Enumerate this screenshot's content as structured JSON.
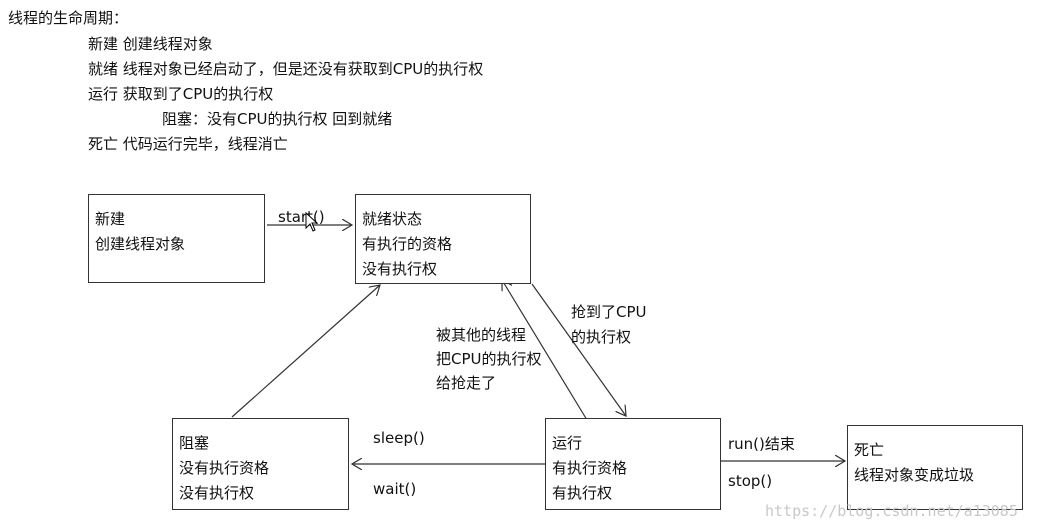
{
  "header": {
    "title": "线程的生命周期：",
    "lines": [
      "新建 创建线程对象",
      "就绪 线程对象已经启动了，但是还没有获取到CPU的执行权",
      "运行 获取到了CPU的执行权",
      "阻塞：没有CPU的执行权 回到就绪",
      "死亡 代码运行完毕，线程消亡"
    ]
  },
  "states": {
    "new": [
      "新建",
      "创建线程对象"
    ],
    "ready": [
      "就绪状态",
      "有执行的资格",
      "没有执行权"
    ],
    "blocked": [
      "阻塞",
      "没有执行资格",
      "没有执行权"
    ],
    "running": [
      "运行",
      "有执行资格",
      "有执行权"
    ],
    "dead": [
      "死亡",
      "线程对象变成垃圾"
    ]
  },
  "labels": {
    "start": "start()",
    "grab_1": "抢到了CPU",
    "grab_2": "的执行权",
    "preempt_1": "被其他的线程",
    "preempt_2": "把CPU的执行权",
    "preempt_3": "给抢走了",
    "sleep": "sleep()",
    "wait": "wait()",
    "run_end": "run()结束",
    "stop": "stop()"
  },
  "watermark": "https://blog.csdn.net/a13085",
  "colors": {
    "line": "#333333",
    "text": "#111111",
    "watermark": "#c8c8c8"
  }
}
